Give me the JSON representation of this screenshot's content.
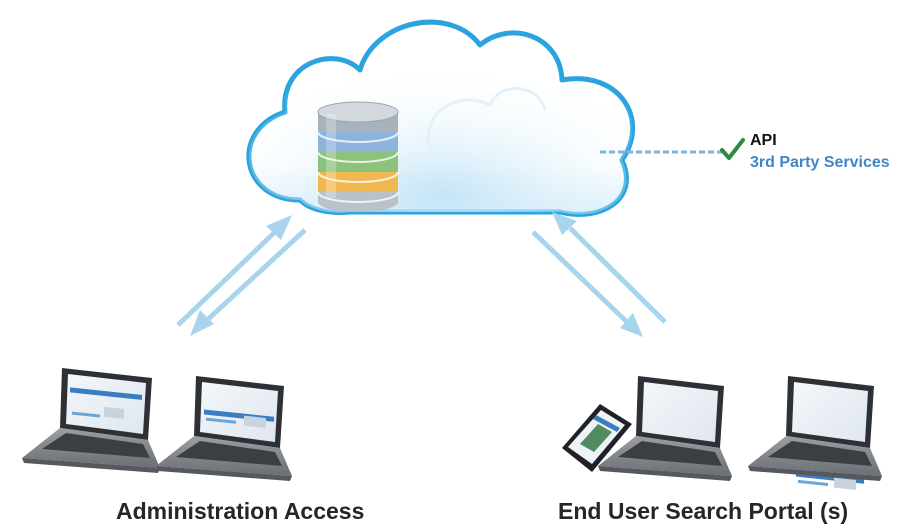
{
  "cloud": {
    "icon": "cloud-icon",
    "database_icon": "database-icon"
  },
  "connector": {
    "check_icon": "check-icon",
    "check_color": "#2e8b3d",
    "line_color": "#7fb3d9",
    "api_label": "API",
    "third_party_label": "3rd Party Services",
    "third_party_color": "#3f86c8"
  },
  "admin": {
    "label": "Administration Access",
    "laptop_icon": "laptop-icon"
  },
  "portal": {
    "label": "End User Search Portal (s)",
    "laptop_icon": "laptop-icon",
    "tablet_icon": "tablet-icon"
  },
  "arrows": {
    "color": "#a9d4ee"
  },
  "database": {
    "band_colors": [
      "#a8b2bd",
      "#8db5dc",
      "#8cc37a",
      "#f0b850",
      "#b9c1c9"
    ]
  }
}
